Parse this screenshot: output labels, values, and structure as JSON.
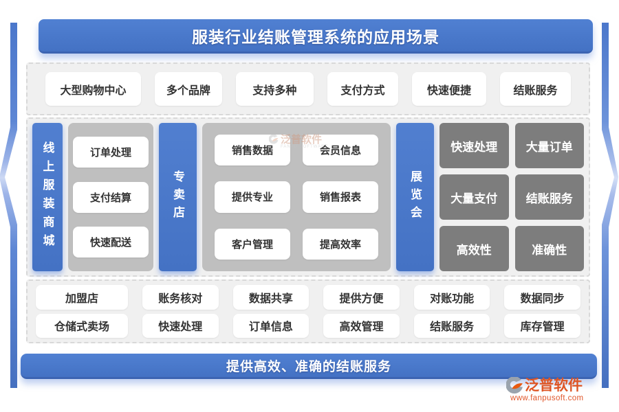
{
  "title": "服装行业结账管理系统的应用场景",
  "top_row": [
    "大型购物中心",
    "多个品牌",
    "支持多种",
    "支付方式",
    "快速便捷",
    "结账服务"
  ],
  "middle": {
    "online_mall_label": "线上服装商城",
    "online_mall_items": [
      "订单处理",
      "支付结算",
      "快速配送"
    ],
    "specialty_store_label": "专卖店",
    "specialty_store_items": [
      "销售数据",
      "会员信息",
      "提供专业",
      "销售报表",
      "客户管理",
      "提高效率"
    ],
    "exhibition_label": "展览会",
    "exhibition_items": [
      "快速处理",
      "大量订单",
      "大量支付",
      "结账服务",
      "高效性",
      "准确性"
    ]
  },
  "bottom": {
    "row1_label": "加盟店",
    "row1_items": [
      "账务核对",
      "数据共享",
      "提供方便",
      "对账功能",
      "数据同步"
    ],
    "row2_label": "仓储式卖场",
    "row2_items": [
      "快速处理",
      "订单信息",
      "高效管理",
      "结账服务",
      "库存管理"
    ]
  },
  "banner": "提供高效、准确的结账服务",
  "watermark": {
    "brand": "泛普软件",
    "subtext": "FANPU SOFTWARE"
  },
  "footer": {
    "brand": "泛普软件",
    "url": "www.fanpusoft.com"
  },
  "colors": {
    "primary_blue": "#4472C4",
    "dark_button_gray": "#7D7D7D",
    "container_gray": "#BFBFBF",
    "section_bg": "#F0F0F0",
    "brand_orange": "#E0562A"
  }
}
